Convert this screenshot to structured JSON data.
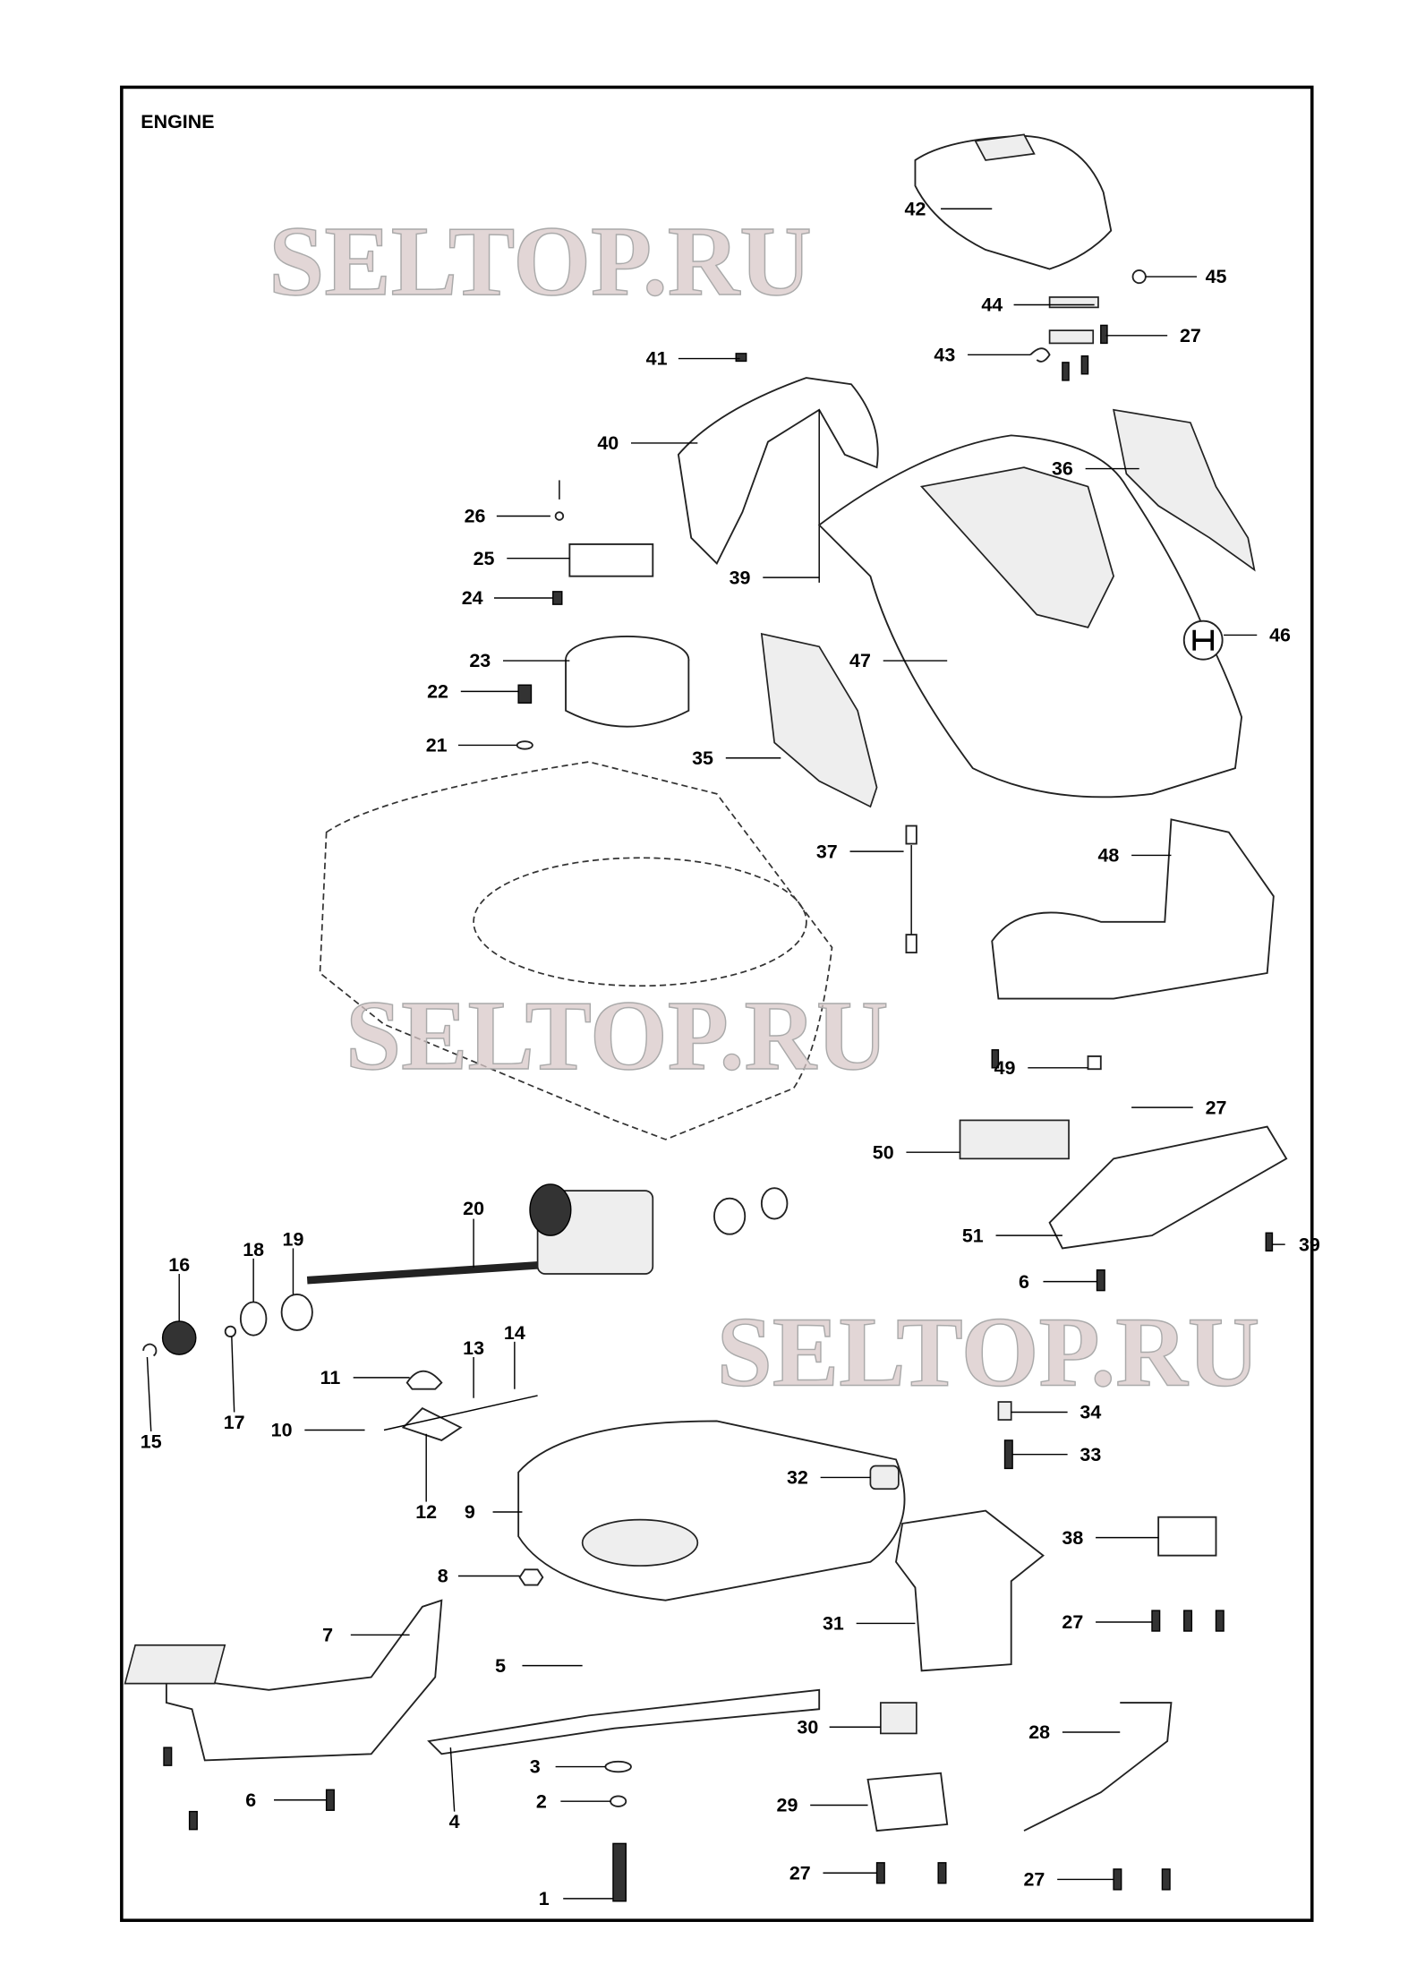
{
  "title": "ENGINE",
  "watermarks": [
    "SELTOP.RU",
    "SELTOP.RU",
    "SELTOP.RU"
  ],
  "callouts": [
    "42",
    "45",
    "44",
    "27",
    "43",
    "41",
    "40",
    "36",
    "26",
    "25",
    "39",
    "24",
    "46",
    "23",
    "47",
    "22",
    "21",
    "35",
    "37",
    "48",
    "49",
    "27",
    "50",
    "20",
    "16",
    "18",
    "19",
    "51",
    "39",
    "6",
    "13",
    "14",
    "11",
    "15",
    "17",
    "10",
    "34",
    "33",
    "32",
    "12",
    "9",
    "38",
    "8",
    "27",
    "31",
    "7",
    "5",
    "30",
    "28",
    "3",
    "6",
    "29",
    "2",
    "4",
    "1",
    "27",
    "27"
  ]
}
